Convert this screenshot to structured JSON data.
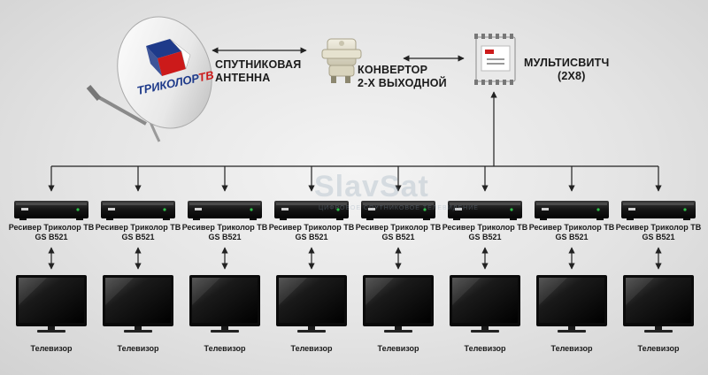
{
  "antenna": {
    "label_line1": "СПУТНИКОВАЯ",
    "label_line2": "АНТЕННА",
    "brand_text": "ТРИКОЛОР",
    "brand_suffix": "ТВ",
    "brand_color": "#cc1a1a"
  },
  "converter": {
    "label_line1": "КОНВЕРТОР",
    "label_line2": "2-Х ВЫХОДНОЙ"
  },
  "multiswitch": {
    "label_line1": "МУЛЬТИСВИТЧ",
    "label_line2": "(2Х8)"
  },
  "receiver": {
    "label_line1": "Ресивер Триколор ТВ",
    "label_line2": "GS B521"
  },
  "tv": {
    "label": "Телевизор"
  },
  "units": [
    {
      "id": 1
    },
    {
      "id": 2
    },
    {
      "id": 3
    },
    {
      "id": 4
    },
    {
      "id": 5
    },
    {
      "id": 6
    },
    {
      "id": 7
    },
    {
      "id": 8
    }
  ],
  "watermark": {
    "text": "SlavSat",
    "subtext": "ЦИФРОВОЕ СПУТНИКОВОЕ ТЕЛЕВИДЕНИЕ"
  }
}
